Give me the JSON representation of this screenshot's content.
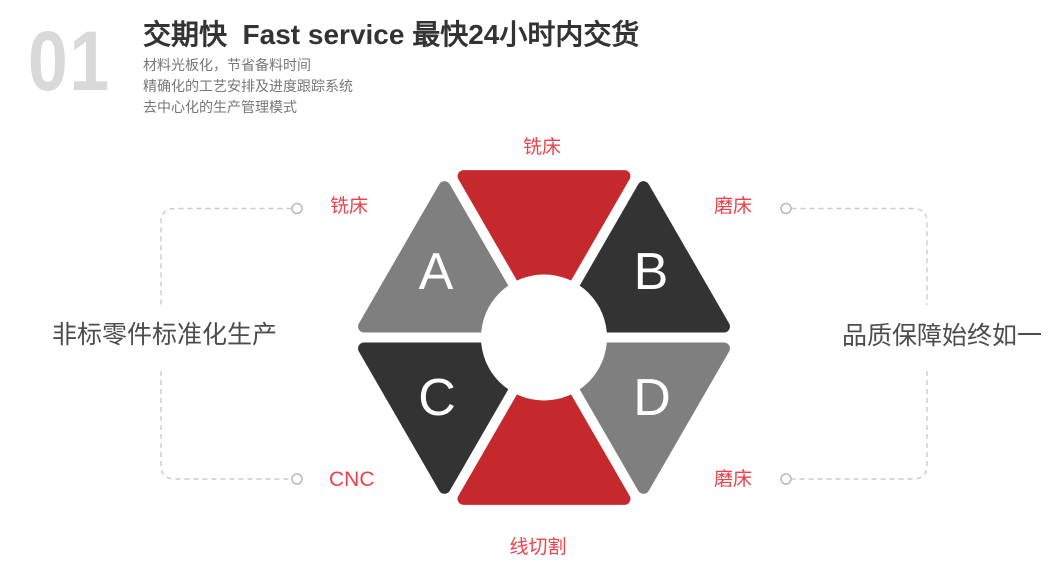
{
  "section_number": "01",
  "header": {
    "title": "交期快  Fast service 最快24小时内交货",
    "subtitles": [
      "材料光板化，节省备料时间",
      "精确化的工艺安排及进度跟踪系统",
      "去中心化的生产管理模式"
    ]
  },
  "diagram": {
    "letters": {
      "a": "A",
      "b": "B",
      "c": "C",
      "d": "D"
    },
    "labels": {
      "top": "铣床",
      "left_top": "铣床",
      "left_bottom": "CNC",
      "right_top": "磨床",
      "right_bottom": "磨床",
      "bottom": "线切割"
    }
  },
  "side_text": {
    "left": "非标零件标准化生产",
    "right": "品质保障始终如一"
  },
  "colors": {
    "red": "#c5292e",
    "dark": "#333333",
    "gray": "#7f7f7f",
    "label_red": "#ef4149",
    "dash": "#cccccc",
    "dot_stroke": "#b9b9b9",
    "title": "#333333",
    "subtitle": "#777777",
    "number": "#d9d9d9",
    "side_text": "#4d4d4d",
    "letter": "#ffffff",
    "hub": "#ffffff"
  }
}
